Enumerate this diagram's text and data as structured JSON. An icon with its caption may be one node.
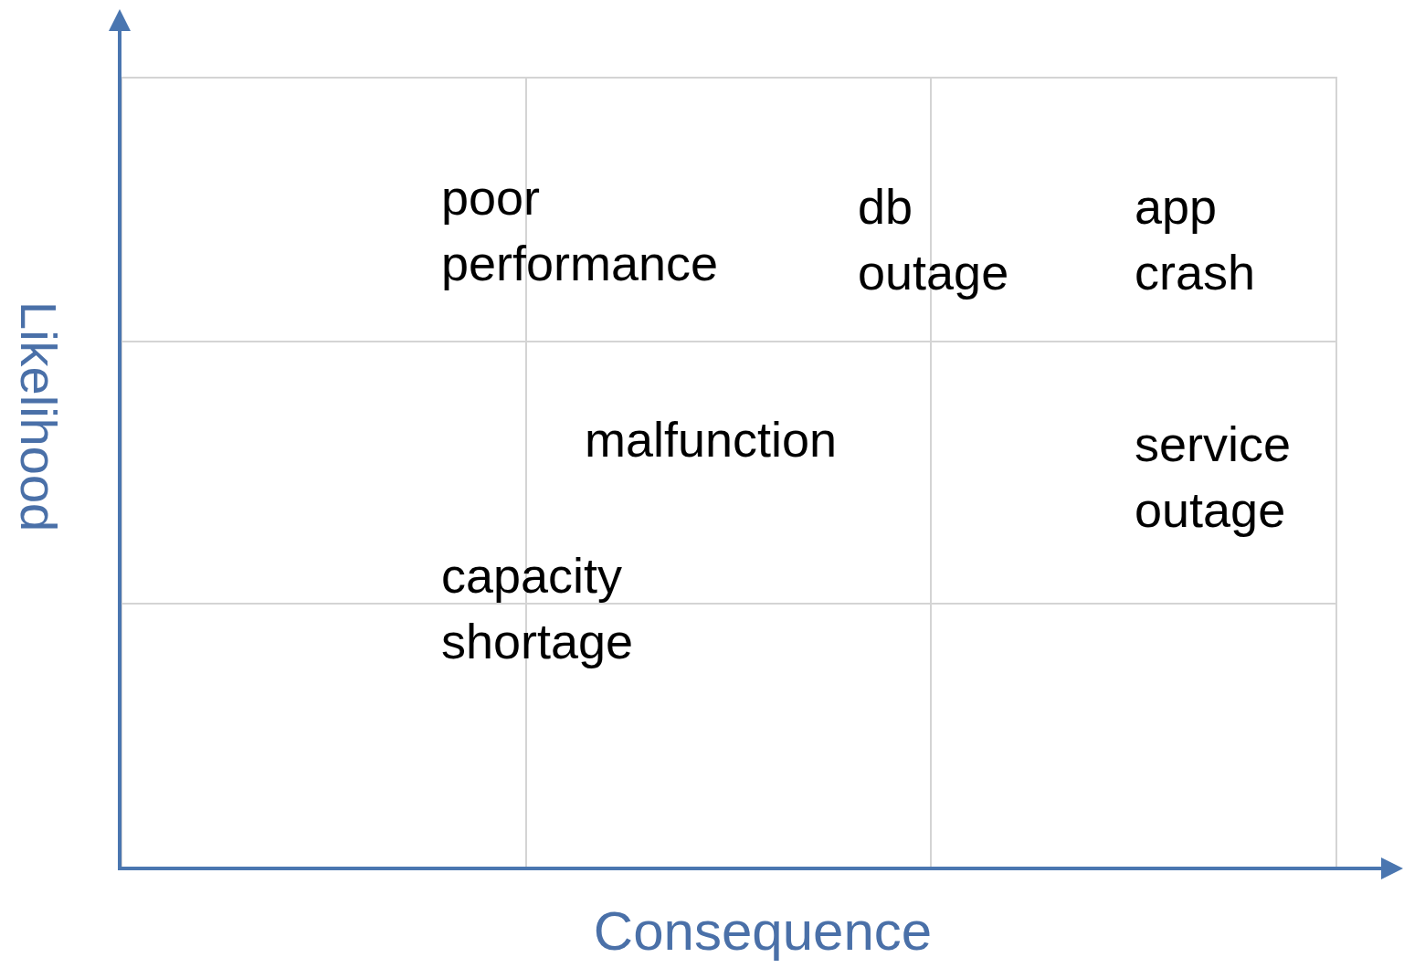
{
  "diagram": {
    "labels": [
      "poor performance",
      "db outage",
      "app crash",
      "malfunction",
      "service outage",
      "capacity shortage",
      "Likelihood",
      "Consequence"
    ]
  }
}
